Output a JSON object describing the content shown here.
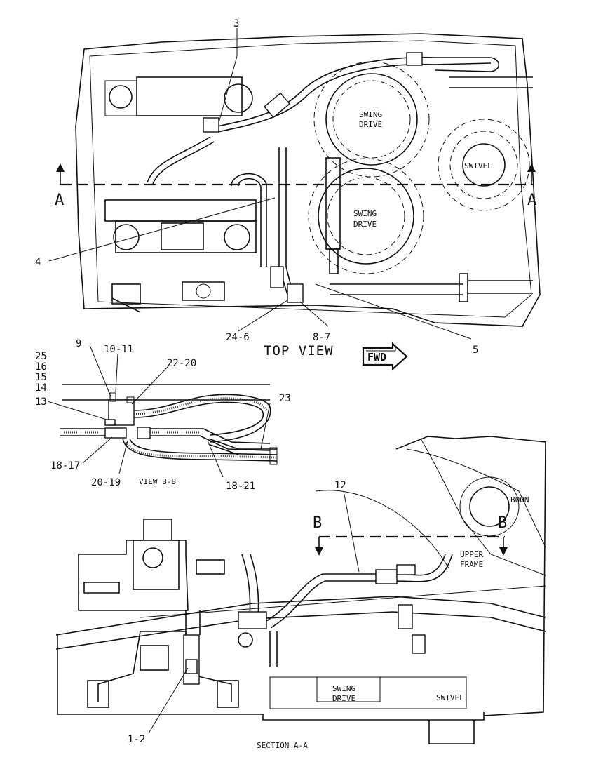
{
  "views": {
    "top_view_title": "TOP VIEW",
    "view_bb_title": "VIEW B-B",
    "section_aa_title": "SECTION A-A"
  },
  "direction_arrow": {
    "label": "FWD",
    "icon": "forward-arrow-icon"
  },
  "section_markers": {
    "a_left": "A",
    "a_right": "A",
    "b_left": "B",
    "b_right": "B"
  },
  "component_labels": {
    "swing_drive_top_1": [
      "SWING",
      "DRIVE"
    ],
    "swing_drive_top_2": [
      "SWING",
      "DRIVE"
    ],
    "swivel_top": "SWIVEL",
    "boom": "BOON",
    "upper_frame": [
      "UPPER",
      "FRAME"
    ],
    "swing_drive_section": [
      "SWING",
      "DRIVE"
    ],
    "swivel_section": "SWIVEL"
  },
  "callouts": {
    "top_view": [
      "3",
      "4",
      "24-6",
      "8-7",
      "5"
    ],
    "view_bb_stack": [
      "25",
      "16",
      "15",
      "14",
      "13"
    ],
    "view_bb": [
      "9",
      "10-11",
      "22-20",
      "23",
      "18-17",
      "20-19",
      "18-21"
    ],
    "section_aa": [
      "12",
      "1-2"
    ]
  }
}
